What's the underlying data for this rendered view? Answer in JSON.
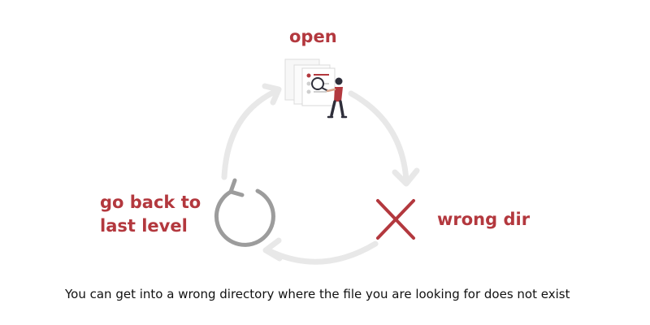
{
  "labels": {
    "open": "open",
    "wrong_dir": "wrong dir",
    "go_back_line1": "go back to",
    "go_back_line2": "last level"
  },
  "caption": "You can get into a wrong directory where the file you are looking for does not exist",
  "icons": {
    "top": "document-search-person-icon",
    "right": "x-mark-icon",
    "left": "refresh-icon"
  },
  "colors": {
    "accent": "#b3383e",
    "cycle_arrows": "#e8e8e8",
    "refresh_icon": "#9c9c9c",
    "text": "#111111"
  }
}
